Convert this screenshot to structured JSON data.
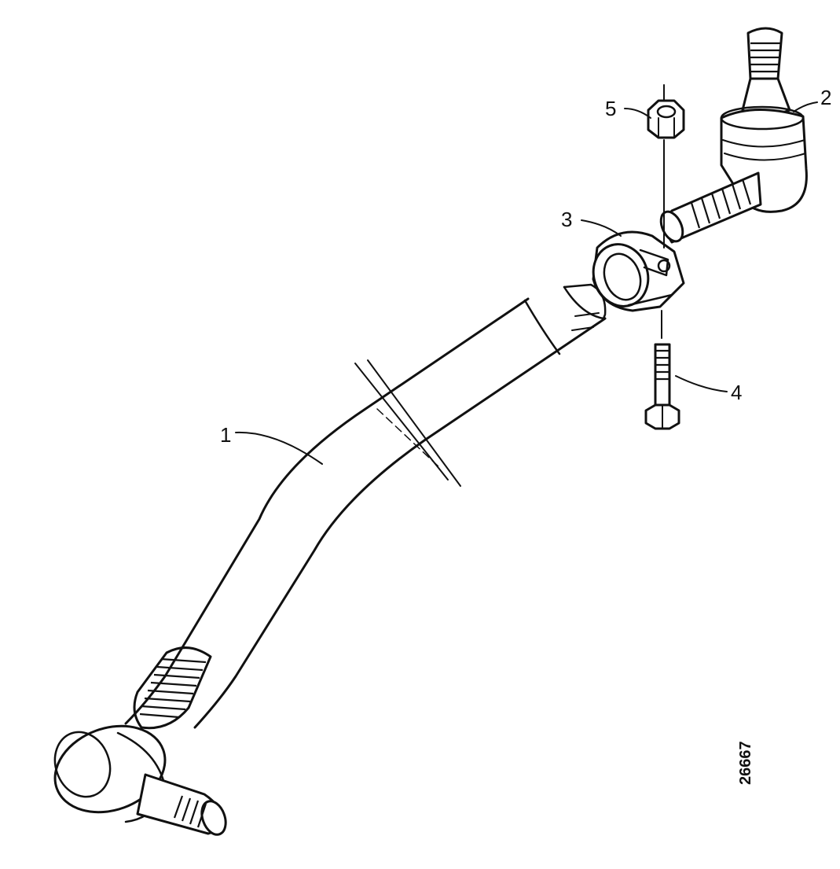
{
  "diagram": {
    "callouts": [
      {
        "id": "1",
        "part": "track-rod"
      },
      {
        "id": "2",
        "part": "ball-joint"
      },
      {
        "id": "3",
        "part": "clamp"
      },
      {
        "id": "4",
        "part": "bolt"
      },
      {
        "id": "5",
        "part": "nut"
      }
    ],
    "reference_number": "26667"
  }
}
